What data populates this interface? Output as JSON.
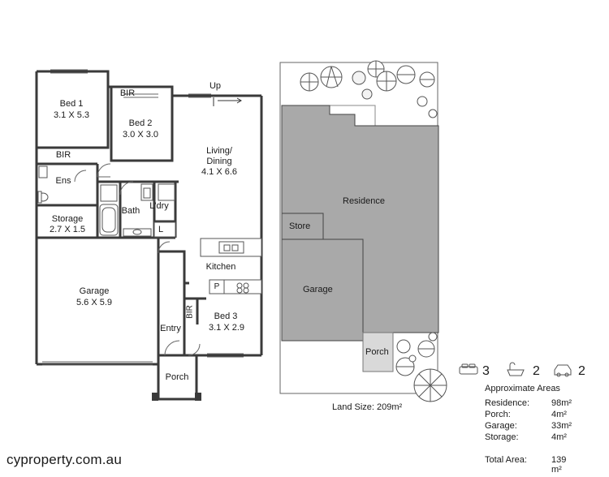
{
  "floorplan": {
    "rooms": {
      "bed1": {
        "name": "Bed 1",
        "size": "3.1 X 5.3"
      },
      "bed2": {
        "name": "Bed 2",
        "size": "3.0 X 3.0"
      },
      "living": {
        "name_line1": "Living/",
        "name_line2": "Dining",
        "size": "4.1 X 6.6"
      },
      "storage": {
        "name": "Storage",
        "size": "2.7 X 1.5"
      },
      "garage": {
        "name": "Garage",
        "size": "5.6 X 5.9"
      },
      "bed3": {
        "name": "Bed 3",
        "size": "3.1 X 2.9"
      }
    },
    "labels": {
      "bir_top": "BIR",
      "bir_left": "BIR",
      "bir_bed3": "BIR",
      "ens": "Ens",
      "bath": "Bath",
      "laundry": "L'dry",
      "kitchen": "Kitchen",
      "entry": "Entry",
      "porch": "Porch",
      "up": "Up",
      "pantry": "P",
      "linen": "L"
    }
  },
  "siteplan": {
    "residence": "Residence",
    "store": "Store",
    "garage": "Garage",
    "porch": "Porch",
    "land_size": "Land Size: 209m²"
  },
  "features": {
    "bedrooms": "3",
    "bathrooms": "2",
    "cars": "2",
    "icons": [
      "bed-icon",
      "bath-icon",
      "car-icon"
    ]
  },
  "areas": {
    "heading": "Approximate Areas",
    "rows": [
      {
        "label": "Residence:",
        "value": "98m²"
      },
      {
        "label": "Porch:",
        "value": "4m²"
      },
      {
        "label": "Garage:",
        "value": "33m²"
      },
      {
        "label": "Storage:",
        "value": "4m²"
      }
    ],
    "total_label": "Total Area:",
    "total_value": "139 m²"
  },
  "footer": {
    "website": "cyproperty.com.au"
  },
  "colors": {
    "building": "#a9a9a9",
    "porch": "#d9d9d9",
    "wall": "#333333"
  }
}
